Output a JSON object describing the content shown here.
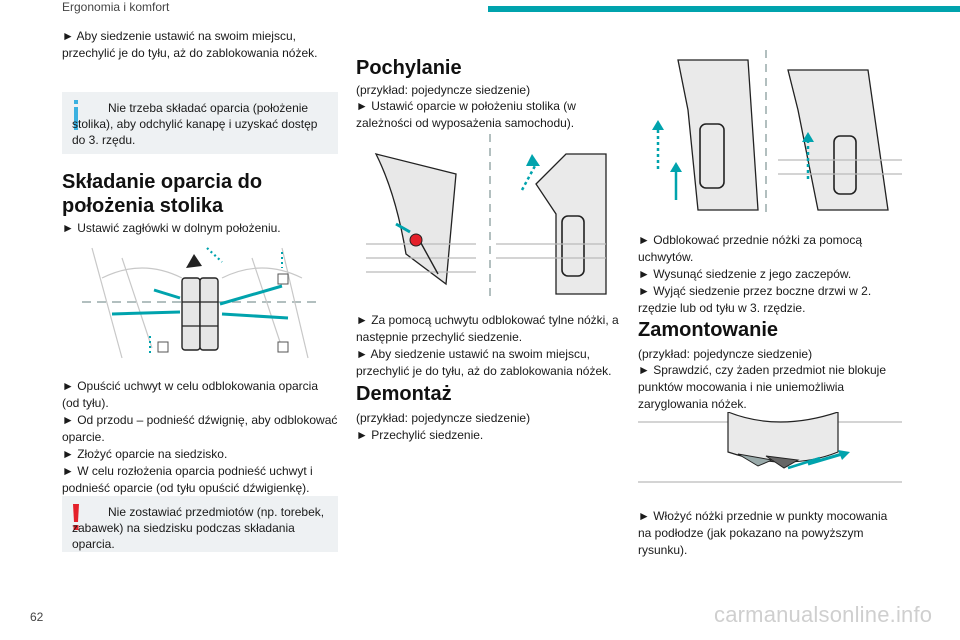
{
  "header": {
    "title": "Ergonomia i komfort"
  },
  "page_number": "62",
  "watermark": "carmanualsonline.info",
  "column1": {
    "intro": "► Aby siedzenie ustawić na swoim miejscu, przechylić je do tyłu, aż do zablokowania nóżek.",
    "info_note": "Nie trzeba składać oparcia (położenie stolika), aby odchylić kanapę i uzyskać dostęp do 3. rzędu.",
    "heading": "Składanie oparcia do położenia stolika",
    "step1": "► Ustawić zagłówki w dolnym położeniu.",
    "steps": "► Opuścić uchwyt w celu odblokowania oparcia (od tyłu).\n► Od przodu – podnieść dźwignię, aby odblokować oparcie.\n► Złożyć oparcie na siedzisko.\n► W celu rozłożenia oparcia podnieść uchwyt i podnieść oparcie (od tyłu opuścić dźwigienkę).",
    "warning_note": "Nie zostawiać przedmiotów (np. torebek, zabawek) na siedzisku podczas składania oparcia."
  },
  "column2": {
    "heading1": "Pochylanie",
    "sub1": "(przykład: pojedyncze siedzenie)",
    "step1": "► Ustawić oparcie w położeniu stolika (w zależności od wyposażenia samochodu).",
    "steps2": "► Za pomocą uchwytu odblokować tylne nóżki, a następnie przechylić siedzenie.\n► Aby siedzenie ustawić na swoim miejscu, przechylić je do tyłu, aż do zablokowania nóżek.",
    "heading2": "Demontaż",
    "sub2": "(przykład: pojedyncze siedzenie)",
    "step3": "► Przechylić siedzenie."
  },
  "column3": {
    "steps1": "► Odblokować przednie nóżki za pomocą uchwytów.\n► Wysunąć siedzenie z jego zaczepów.\n► Wyjąć siedzenie przez boczne drzwi w 2. rzędzie lub od tyłu w 3. rzędzie.",
    "heading": "Zamontowanie",
    "sub": "(przykład: pojedyncze siedzenie)",
    "step2": "► Sprawdzić, czy żaden przedmiot nie blokuje punktów mocowania i nie uniemożliwia zaryglowania nóżek.",
    "step3": "► Włożyć nóżki przednie w punkty mocowania na podłodze (jak pokazano na powyższym rysunku)."
  },
  "colors": {
    "accent": "#00a3ad",
    "note_bg": "#eef1f3",
    "info_bar": "#3bb1e0",
    "warning": "#e4202a"
  },
  "icons": {
    "info": "info-icon",
    "warning": "warning-icon"
  }
}
